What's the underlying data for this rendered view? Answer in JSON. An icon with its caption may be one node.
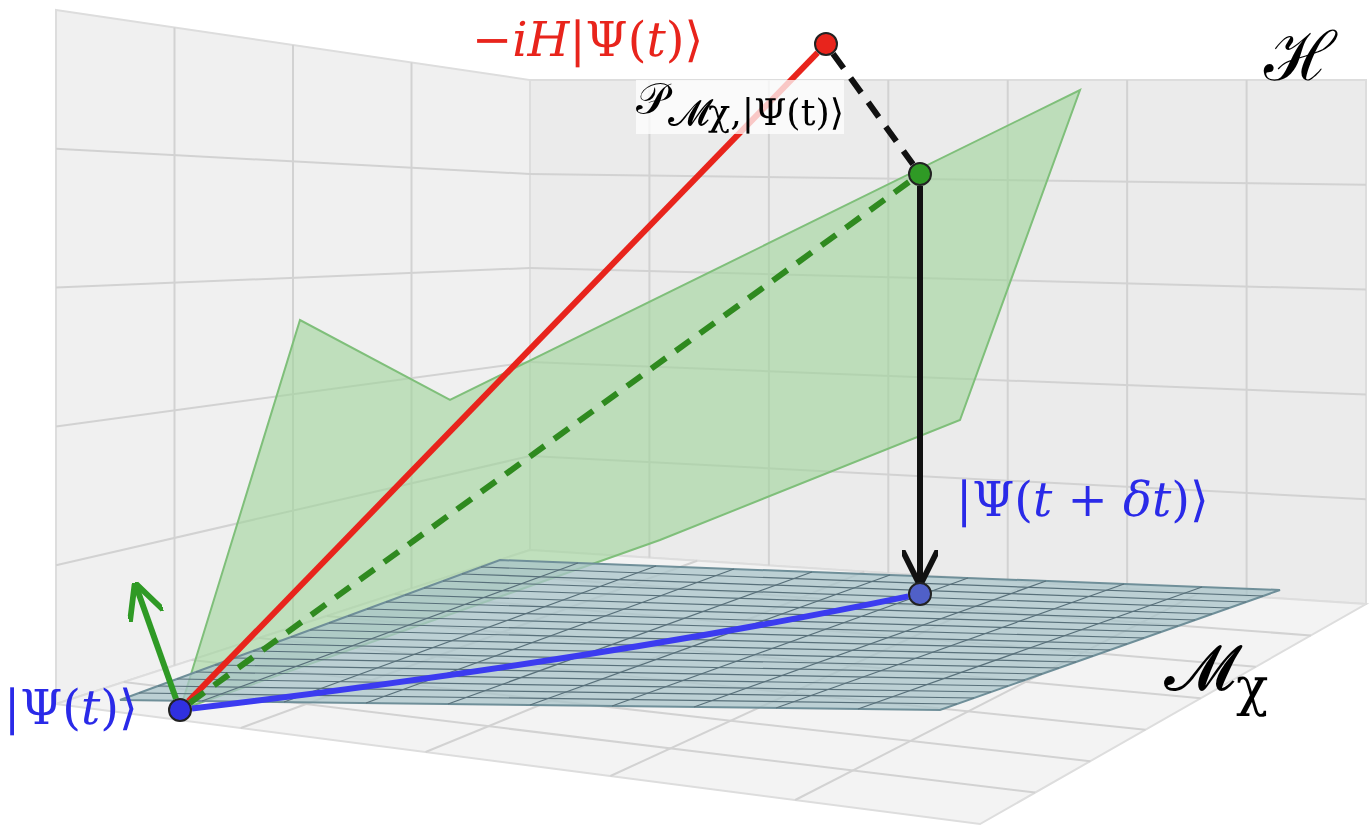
{
  "diagram": {
    "nodes": [
      {
        "text": [],
        "shape": "circle",
        "beside": [
          "|Ψ(*t*)⟩"
        ]
      },
      {
        "text": [],
        "shape": "circle",
        "beside": [
          "−*iH*|Ψ(*t*)⟩"
        ]
      },
      {
        "text": [],
        "shape": "circle"
      },
      {
        "text": [],
        "shape": "circle",
        "beside": [
          "|Ψ(*t* + *δt*)⟩"
        ]
      }
    ],
    "edges": [
      {
        "from": 0,
        "to": 1,
        "arrow": "none",
        "color": "#e8241c"
      },
      {
        "from": 1,
        "to": 2,
        "arrow": "none",
        "style": "dashed",
        "label": "𝒫$_{𝓜χ,|Ψ(t)⟩}$"
      },
      {
        "from": 0,
        "to": 2,
        "arrow": "none",
        "style": "dashed",
        "color": "#2f8a1f"
      },
      {
        "from": 2,
        "to": 3,
        "arrow": "to"
      },
      {
        "from": 0,
        "to": 3,
        "arrow": "none",
        "color": "#3b3bf0"
      },
      {
        "from": 0,
        "to": null,
        "arrow": "to",
        "color": "#2f9a25"
      }
    ],
    "labels": [
      "ℋ",
      "𝓜$_{χ}$"
    ]
  }
}
